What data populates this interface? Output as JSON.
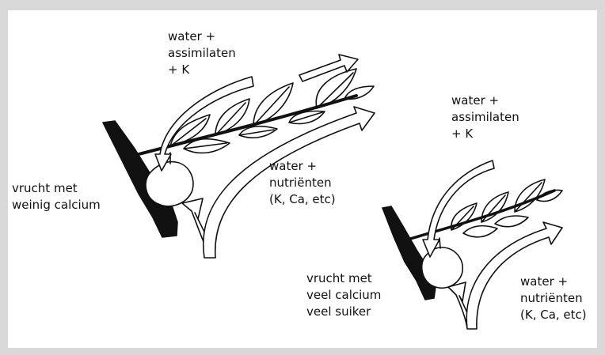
{
  "colors": {
    "background": "#d9d9d9",
    "panel": "#ffffff",
    "ink": "#111111"
  },
  "left_figure": {
    "label_top": [
      "water +",
      "assimilaten",
      "+ K"
    ],
    "label_fruit": [
      "vrucht met",
      "weinig calcium"
    ],
    "label_xylem": [
      "water +",
      "nutriënten",
      "(K, Ca, etc)"
    ]
  },
  "right_figure": {
    "label_top": [
      "water +",
      "assimilaten",
      "+ K"
    ],
    "label_fruit": [
      "vrucht met",
      "veel calcium",
      "veel suiker"
    ],
    "label_xylem": [
      "water +",
      "nutriënten",
      "(K, Ca, etc)"
    ]
  }
}
